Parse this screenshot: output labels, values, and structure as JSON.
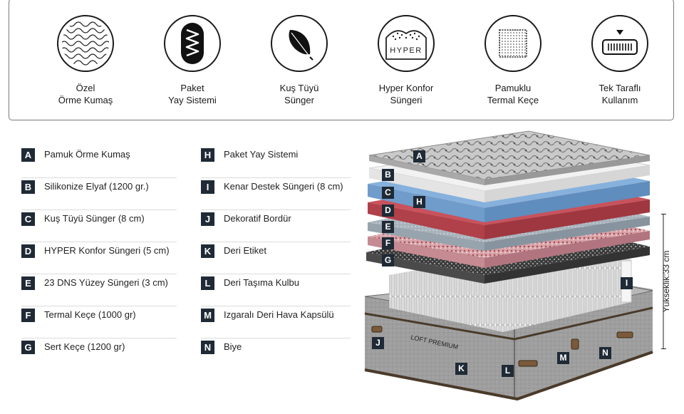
{
  "features": [
    {
      "icon": "knit-fabric-icon",
      "lines": [
        "Özel",
        "Örme Kumaş"
      ]
    },
    {
      "icon": "spring-icon",
      "lines": [
        "Paket",
        "Yay Sistemi"
      ]
    },
    {
      "icon": "feather-icon",
      "lines": [
        "Kuş Tüyü",
        "Sünger"
      ]
    },
    {
      "icon": "hyper-foam-icon",
      "badge": "HYPER",
      "lines": [
        "Hyper Konfor",
        "Süngeri"
      ]
    },
    {
      "icon": "felt-icon",
      "lines": [
        "Pamuklu",
        "Termal Keçe"
      ]
    },
    {
      "icon": "one-sided-icon",
      "lines": [
        "Tek Taraflı",
        "Kullanım"
      ]
    }
  ],
  "legend_left": [
    {
      "letter": "A",
      "text": "Pamuk Örme Kumaş"
    },
    {
      "letter": "B",
      "text": "Silikonize Elyaf (1200 gr.)"
    },
    {
      "letter": "C",
      "text": "Kuş Tüyü Sünger (8 cm)"
    },
    {
      "letter": "D",
      "text": "HYPER Konfor Süngeri (5 cm)"
    },
    {
      "letter": "E",
      "text": "23 DNS Yüzey Süngeri (3 cm)"
    },
    {
      "letter": "F",
      "text": "Termal Keçe (1000 gr)"
    },
    {
      "letter": "G",
      "text": "Sert Keçe (1200 gr)"
    }
  ],
  "legend_right": [
    {
      "letter": "H",
      "text": "Paket Yay Sistemi"
    },
    {
      "letter": "I",
      "text": "Kenar Destek Süngeri (8 cm)"
    },
    {
      "letter": "J",
      "text": "Dekoratif Bordür"
    },
    {
      "letter": "K",
      "text": "Deri Etiket"
    },
    {
      "letter": "L",
      "text": "Deri Taşıma Kulbu"
    },
    {
      "letter": "M",
      "text": "Izgaralı Deri Hava Kapsülü"
    },
    {
      "letter": "N",
      "text": "Biye"
    }
  ],
  "mattress": {
    "tags": [
      "A",
      "B",
      "C",
      "D",
      "E",
      "F",
      "G",
      "H",
      "I",
      "J",
      "K",
      "L",
      "M",
      "N"
    ],
    "brand_label": "LOFT PREMIUM",
    "height_label": "Yükseklik:33 cm"
  }
}
